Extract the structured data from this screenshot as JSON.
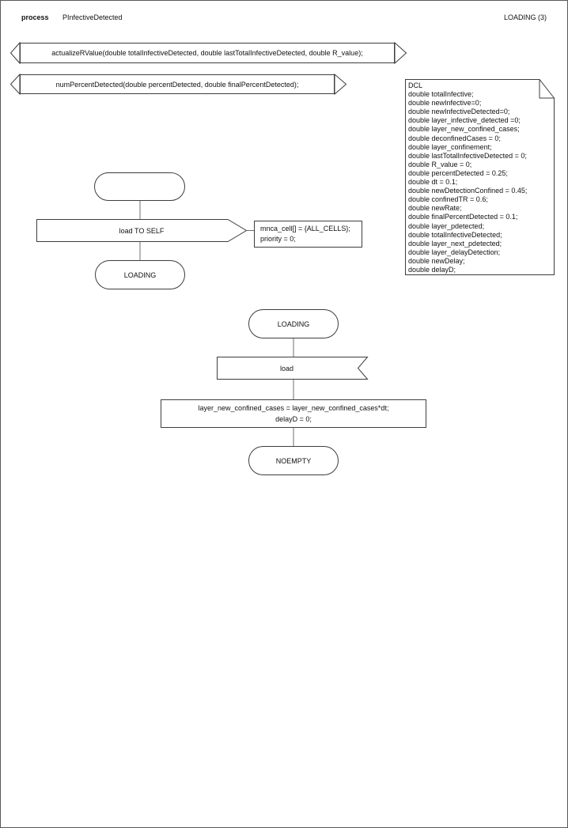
{
  "header": {
    "kind": "process",
    "name": "PInfectiveDetected",
    "page": "LOADING (3)"
  },
  "procedures": {
    "actualize": "actualizeRValue(double totalInfectiveDetected, double lastTotalInfectiveDetected, double R_value);",
    "num_percent": "numPercentDetected(double percentDetected, double finalPercentDetected);"
  },
  "declarations": {
    "lines": [
      "DCL",
      "double totalInfective;",
      "double newInfective=0;",
      "double newInfectiveDetected=0;",
      "double layer_infective_detected =0;",
      "double layer_new_confined_cases;",
      "double deconfinedCases = 0;",
      "double layer_confinement;",
      "double lastTotalInfectiveDetected = 0;",
      "double R_value = 0;",
      "double percentDetected = 0.25;",
      "double dt = 0.1;",
      "double newDetectionConfined = 0.45;",
      "double confinedTR = 0.6;",
      "double newRate;",
      "double finalPercentDetected = 0.1;",
      "double layer_pdetected;",
      "double totalInfectiveDetected;",
      "double layer_next_pdetected;",
      "double layer_delayDetection;",
      "double newDelay;",
      "double delayD;"
    ]
  },
  "start_flow": {
    "output_label": "load TO SELF",
    "comment_lines": [
      "mnca_cell[] = {ALL_CELLS};",
      "priority = 0;"
    ],
    "next_state": "LOADING"
  },
  "loading_flow": {
    "state": "LOADING",
    "input_label": "load",
    "task_lines": [
      "layer_new_confined_cases = layer_new_confined_cases*dt;",
      "delayD = 0;"
    ],
    "next_state": "NOEMPTY"
  },
  "colors": {
    "stroke": "#3d3d3d",
    "connector": "#6f6f6f",
    "text": "#111111",
    "page_border": "#595959",
    "background": "#ffffff"
  }
}
